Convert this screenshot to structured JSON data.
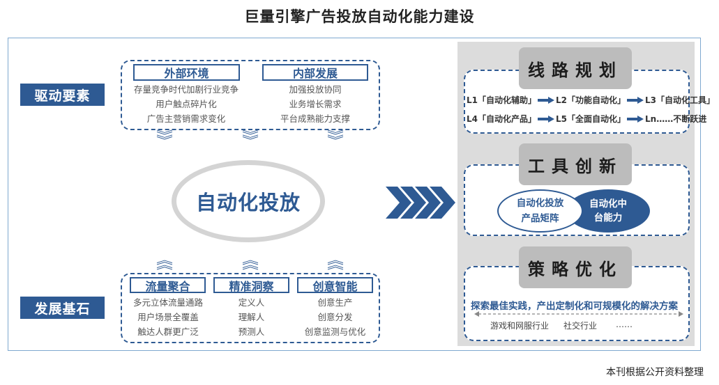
{
  "title": "巨量引擎广告投放自动化能力建设",
  "drivers": {
    "label": "驱动要素",
    "external": {
      "tag": "外部环境",
      "items": [
        "存量竞争时代加剧行业竞争",
        "用户触点碎片化",
        "广告主营销需求变化"
      ]
    },
    "internal": {
      "tag": "内部发展",
      "items": [
        "加强投放协同",
        "业务增长需求",
        "平台成熟能力支撑"
      ]
    }
  },
  "center": "自动化投放",
  "foundation": {
    "label": "发展基石",
    "groups": [
      {
        "tag": "流量聚合",
        "items": [
          "多元立体流量通路",
          "用户场景全覆盖",
          "触达人群更广泛"
        ]
      },
      {
        "tag": "精准洞察",
        "items": [
          "定义人",
          "理解人",
          "预测人"
        ]
      },
      {
        "tag": "创意智能",
        "items": [
          "创意生产",
          "创意分发",
          "创意监测与优化"
        ]
      }
    ]
  },
  "roadmap": {
    "title": "线路规划",
    "row1": [
      "L1「自动化辅助」",
      "L2「功能自动化」",
      "L3「自动化工具」"
    ],
    "row2": [
      "L4「自动化产品」",
      "L5「全面自动化」",
      "Ln……不断跃进"
    ]
  },
  "tools": {
    "title": "工具创新",
    "left": [
      "自动化投放",
      "产品矩阵"
    ],
    "right": [
      "自动化中",
      "台能力"
    ]
  },
  "strategy": {
    "title": "策略优化",
    "headline": "探索最佳实践，产出定制化和可规模化的解决方案",
    "industries": [
      "游戏和网服行业",
      "社交行业",
      "……"
    ]
  },
  "source": "本刊根据公开资料整理",
  "colors": {
    "primary": "#2e5a93",
    "panel": "#dcdcdc",
    "title_box": "#bcbcbc"
  }
}
